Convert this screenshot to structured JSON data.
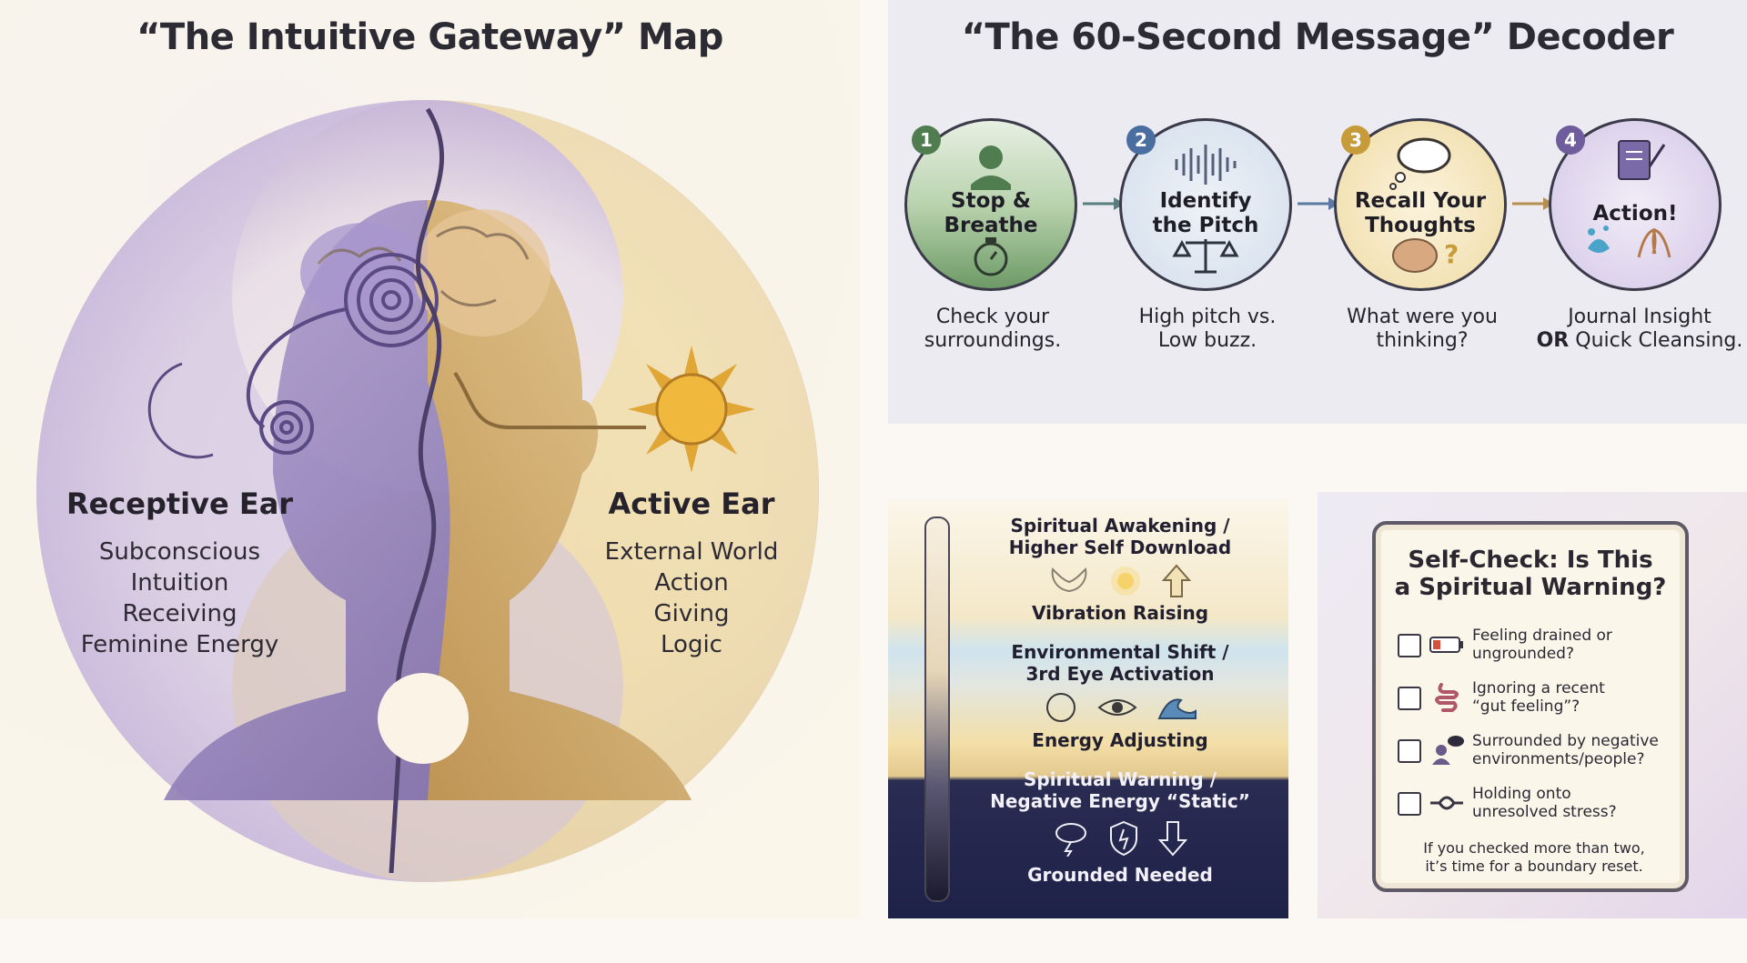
{
  "left_panel": {
    "title": "“The Intuitive Gateway” Map",
    "receptive": {
      "heading": "Receptive Ear",
      "items": [
        "Subconscious",
        "Intuition",
        "Receiving",
        "Feminine Energy"
      ]
    },
    "active": {
      "heading": "Active Ear",
      "items": [
        "External World",
        "Action",
        "Giving",
        "Logic"
      ]
    },
    "icons": [
      "moon-icon",
      "sun-icon",
      "spiral-icon",
      "brain-icon",
      "head-silhouette-icon"
    ],
    "colors": {
      "receptive": "#7d6aa8",
      "active": "#e8b94a"
    }
  },
  "decoder": {
    "title": "“The 60-Second Message” Decoder",
    "steps": [
      {
        "num": "1",
        "label_line1": "Stop &",
        "label_line2": "Breathe",
        "desc_line1": "Check your",
        "desc_line2": "surroundings.",
        "icons": [
          "person-icon",
          "stopwatch-icon"
        ],
        "color": "#4f7d4f"
      },
      {
        "num": "2",
        "label_line1": "Identify",
        "label_line2": "the Pitch",
        "desc_line1": "High pitch vs.",
        "desc_line2": "Low buzz.",
        "icons": [
          "soundwave-icon",
          "scales-icon"
        ],
        "color": "#4a6ea0"
      },
      {
        "num": "3",
        "label_line1": "Recall Your",
        "label_line2": "Thoughts",
        "desc_line1": "What were you",
        "desc_line2": "thinking?",
        "icons": [
          "thought-bubble-icon",
          "brain-question-icon"
        ],
        "color": "#c79a3a"
      },
      {
        "num": "4",
        "label_line1": "Action!",
        "label_line2": "",
        "desc_bold": "OR",
        "desc_line1": "Journal Insight",
        "desc_line2": "Quick Cleansing.",
        "icons": [
          "journal-icon",
          "water-splash-icon",
          "hands-icon"
        ],
        "color": "#7b6aa8"
      }
    ]
  },
  "scale": {
    "zones": [
      {
        "title_line1": "Spiritual Awakening /",
        "title_line2": "Higher Self Download",
        "sub": "Vibration Raising",
        "icons": [
          "wings-icon",
          "light-icon",
          "arrow-up-icon"
        ]
      },
      {
        "title_line1": "Environmental Shift /",
        "title_line2": "3rd Eye Activation",
        "sub": "Energy Adjusting",
        "icons": [
          "compass-icon",
          "eye-icon",
          "wave-icon"
        ]
      },
      {
        "title_line1": "Spiritual Warning /",
        "title_line2": "Negative Energy “Static”",
        "sub": "Grounded Needed",
        "icons": [
          "storm-cloud-icon",
          "shield-icon",
          "arrow-down-icon"
        ]
      }
    ]
  },
  "selfcheck": {
    "title_line1": "Self-Check: Is This",
    "title_line2": "a Spiritual Warning?",
    "items": [
      {
        "line1": "Feeling drained or",
        "line2": "ungrounded?",
        "icon": "low-battery-icon",
        "checked": false
      },
      {
        "line1": "Ignoring a recent",
        "line2": "“gut feeling”?",
        "icon": "gut-icon",
        "checked": false
      },
      {
        "line1": "Surrounded by negative",
        "line2": "environments/people?",
        "icon": "person-cloud-icon",
        "checked": false
      },
      {
        "line1": "Holding onto",
        "line2": "unresolved stress?",
        "icon": "knot-icon",
        "checked": false
      }
    ],
    "footer_line1": "If you checked more than two,",
    "footer_line2": "it’s time for a boundary reset."
  }
}
